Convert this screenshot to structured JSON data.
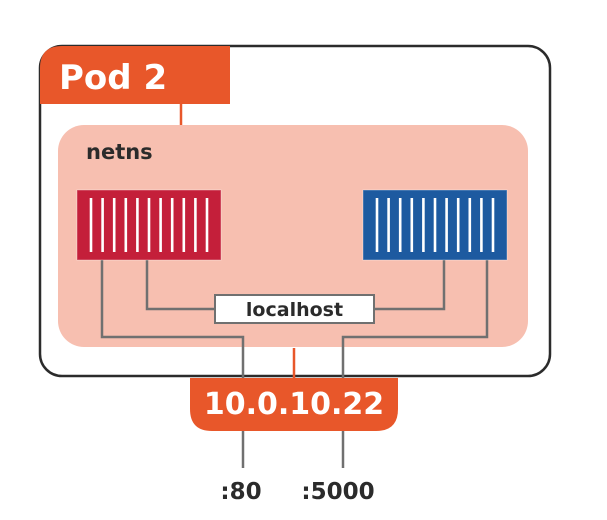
{
  "pod": {
    "title": "Pod 2"
  },
  "netns": {
    "label": "netns"
  },
  "localhost": {
    "label": "localhost"
  },
  "ip": {
    "address": "10.0.10.22"
  },
  "ports": {
    "left": ":80",
    "right": ":5000"
  },
  "colors": {
    "pod_border": "#2b2b2b",
    "accent_orange": "#e8572a",
    "netns_fill": "#f7bfb0",
    "container_red": "#c41f3a",
    "container_blue": "#1d5aa0",
    "wire": "#707070",
    "label_text": "#2b2b2b"
  }
}
